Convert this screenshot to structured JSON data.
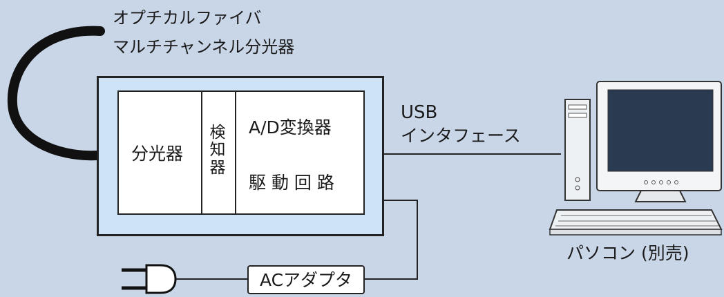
{
  "device_title": {
    "line1": "オプチカルファイバ",
    "line2": "マルチチャンネル分光器"
  },
  "inner": {
    "spectrometer": "分光器",
    "detector": "検知器",
    "adc": "A/D変換器",
    "driver": "駆 動 回 路"
  },
  "usb": {
    "line1": "USB",
    "line2": "インタフェース"
  },
  "pc_label": "パソコン (別売)",
  "adapter_label": "ACアダプタ"
}
